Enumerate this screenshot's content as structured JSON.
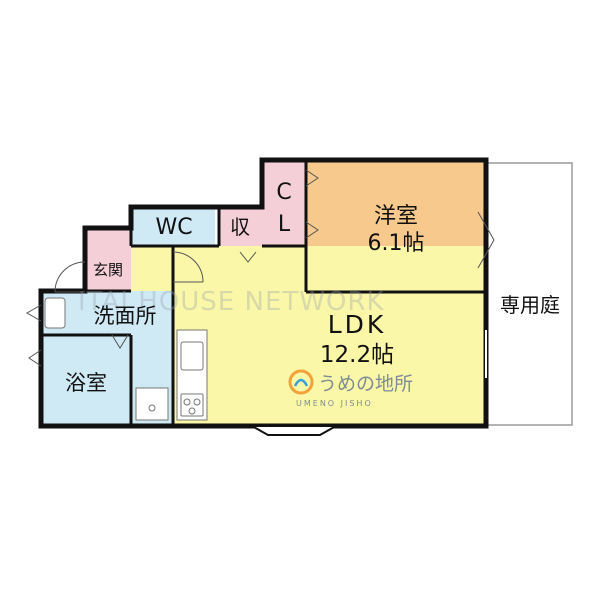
{
  "rooms": {
    "western": {
      "name": "洋室",
      "size": "6.1帖",
      "color": "#f7c98c"
    },
    "ldk": {
      "name": "LDK",
      "size": "12.2帖",
      "color": "#fbf7a8"
    },
    "wc": {
      "name": "WC",
      "color": "#cfe9f5"
    },
    "storage": {
      "name": "収",
      "color": "#f5cfd8"
    },
    "closet": {
      "line1": "C",
      "line2": "L",
      "color": "#f5cfd8"
    },
    "entrance": {
      "name": "玄関",
      "color": "#f5cfd8"
    },
    "washroom": {
      "name": "洗面所",
      "color": "#cfe9f5"
    },
    "bath": {
      "name": "浴室",
      "color": "#cfe9f5"
    },
    "garden": {
      "name": "専用庭"
    }
  },
  "watermark": "ITAI HOUSE NETWORK",
  "logo": {
    "name": "うめの地所",
    "subtitle": "UMENO JISHO"
  }
}
